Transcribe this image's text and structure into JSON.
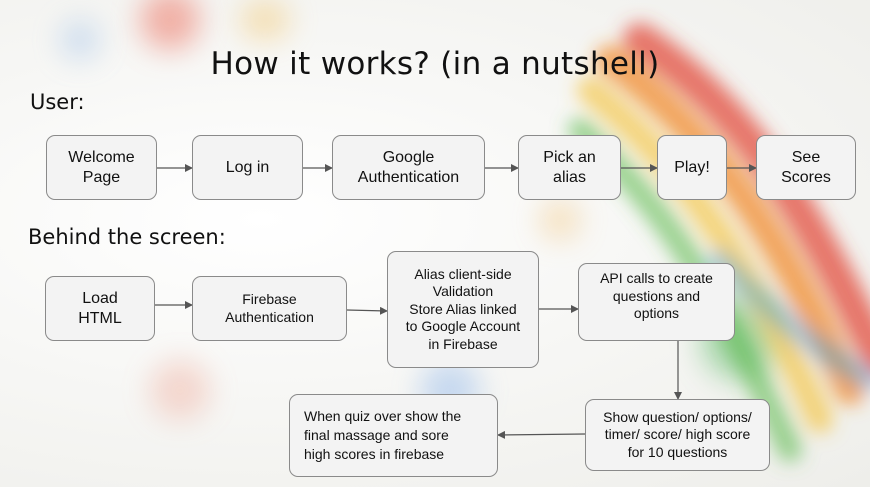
{
  "title": "How it works? (in a nutshell)",
  "sections": {
    "user": "User:",
    "behind": "Behind the screen:"
  },
  "user_flow": [
    "Welcome\nPage",
    "Log in",
    "Google\nAuthentication",
    "Pick an\nalias",
    "Play!",
    "See\nScores"
  ],
  "behind_flow": {
    "load_html": "Load\nHTML",
    "firebase_auth": "Firebase\nAuthentication",
    "alias": "Alias client-side\nValidation\nStore Alias linked\nto Google Account\nin Firebase",
    "api_calls": "API calls to create\nquestions and\noptions",
    "show_question": "Show question/ options/\ntimer/ score/ high score\nfor 10 questions",
    "quiz_over": "When quiz over show the\nfinal massage and sore\nhigh scores in firebase"
  },
  "colors": {
    "box_fill": "#f3f3f3",
    "box_border": "#8a8a8a",
    "arrow": "#555555"
  }
}
